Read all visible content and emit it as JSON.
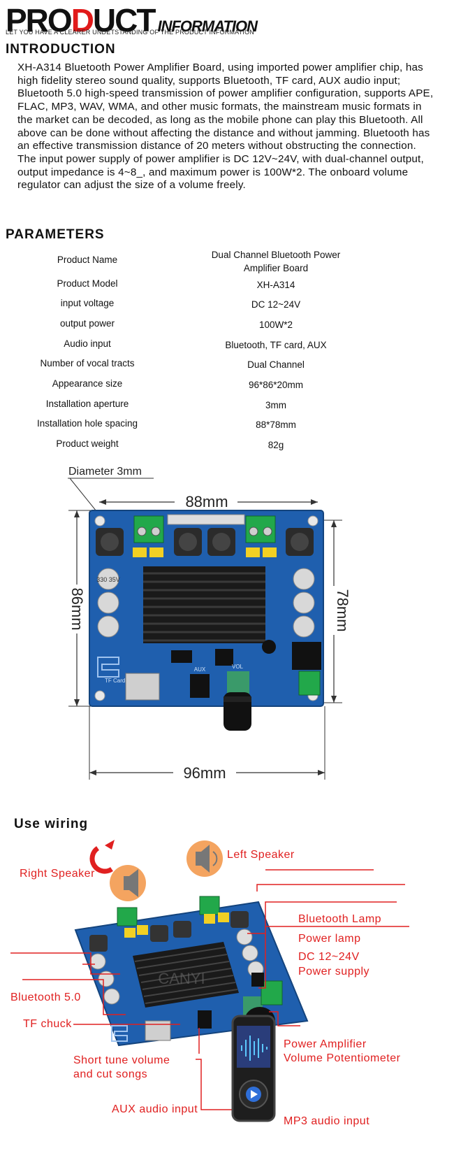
{
  "header": {
    "brand_prefix": "PRO",
    "brand_red": "D",
    "brand_suffix": "UCT",
    "brand_sub": "INFORMATION",
    "tagline": "LET YOU HAVE A CLEARER UNDETSTANDING OF THE PRODUCT INFORMATION"
  },
  "introduction": {
    "heading": "INTRODUCTION",
    "text": "XH-A314 Bluetooth Power Amplifier Board, using imported power amplifier chip, has high fidelity stereo sound quality, supports Bluetooth, TF card, AUX audio input; Bluetooth 5.0 high-speed transmission of power amplifier configuration, supports APE, FLAC, MP3, WAV, WMA, and other music formats, the mainstream music formats in the market can be decoded, as long as the mobile phone can play this Bluetooth. All above can be done without affecting the distance and without jamming. Bluetooth has an effective transmission distance of 20 meters without obstructing the connection. The input power supply of power amplifier is DC 12V~24V, with dual-channel output, output impedance is 4~8_, and maximum power is 100W*2. The onboard volume regulator can adjust the size of a volume freely."
  },
  "parameters": {
    "heading": "PARAMETERS",
    "rows": [
      {
        "name": "Product Name",
        "value": "Dual Channel Bluetooth Power Amplifier Board"
      },
      {
        "name": "Product Model",
        "value": "XH-A314"
      },
      {
        "name": "input voltage",
        "value": "DC 12~24V"
      },
      {
        "name": "output power",
        "value": "100W*2"
      },
      {
        "name": "Audio input",
        "value": "Bluetooth, TF card, AUX"
      },
      {
        "name": "Number of vocal tracts",
        "value": "Dual Channel"
      },
      {
        "name": "Appearance size",
        "value": "96*86*20mm"
      },
      {
        "name": "Installation aperture",
        "value": "3mm"
      },
      {
        "name": "Installation hole spacing",
        "value": "88*78mm"
      },
      {
        "name": "Product weight",
        "value": "82g"
      }
    ]
  },
  "dimensions": {
    "diameter": "Diameter 3mm",
    "width_holes": "88mm",
    "height_board": "86mm",
    "height_holes": "78mm",
    "width_board": "96mm"
  },
  "board_marks": {
    "cap_text": "330 35V",
    "tf_card": "TF Card",
    "aux": "AUX",
    "vol": "VOL",
    "watermark": "CANYI"
  },
  "wiring": {
    "heading": "Use wiring",
    "right_speaker": "Right Speaker",
    "left_speaker": "Left Speaker",
    "bluetooth_lamp": "Bluetooth Lamp",
    "power_lamp": "Power lamp",
    "power_supply_1": "DC 12~24V",
    "power_supply_2": "Power supply",
    "bluetooth_50": "Bluetooth 5.0",
    "tf_chuck": "TF chuck",
    "short_tune_1": "Short tune volume",
    "short_tune_2": "and cut songs",
    "pot_1": "Power Amplifier",
    "pot_2": "Volume Potentiometer",
    "aux_input": "AUX audio input",
    "mp3_input": "MP3 audio input"
  },
  "colors": {
    "accent_red": "#e11a1a",
    "label_red": "#e02020",
    "pcb_blue": "#1f5fae",
    "terminal_green": "#22a84a",
    "speaker_orange": "#f4a460"
  }
}
